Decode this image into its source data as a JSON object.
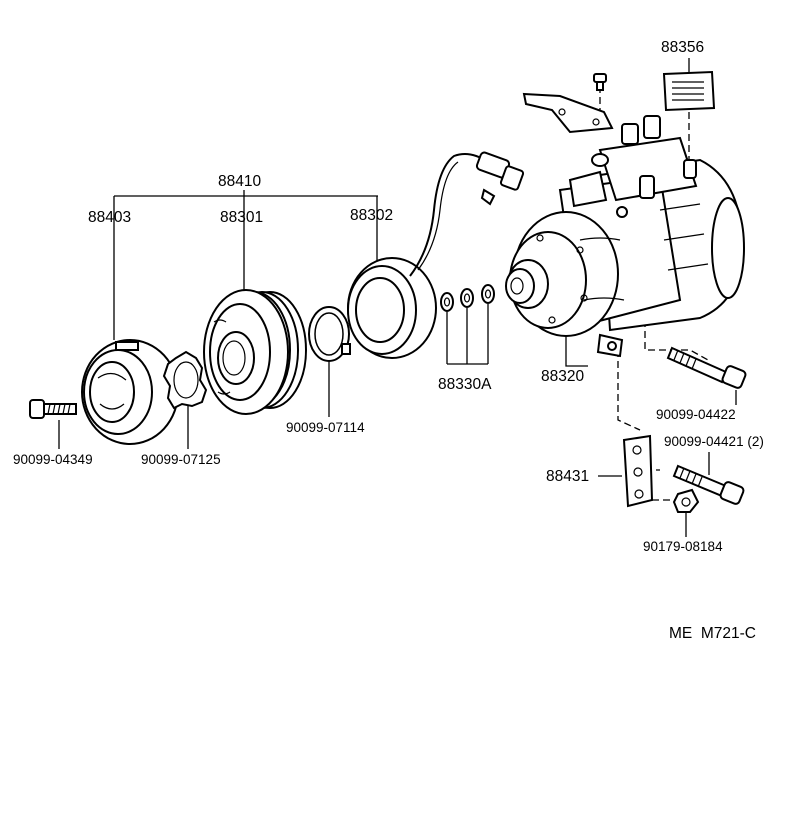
{
  "labels": {
    "p88356": "88356",
    "p88410": "88410",
    "p88403": "88403",
    "p88301": "88301",
    "p88302": "88302",
    "p88330A": "88330A",
    "p88320": "88320",
    "p90099_04422": "90099-04422",
    "p90099_04421": "90099-04421 (2)",
    "p88431": "88431",
    "p90179_08184": "90179-08184",
    "p90099_04349": "90099-04349",
    "p90099_07125": "90099-07125",
    "p90099_07114": "90099-07114",
    "code": "ME  M721-C"
  }
}
